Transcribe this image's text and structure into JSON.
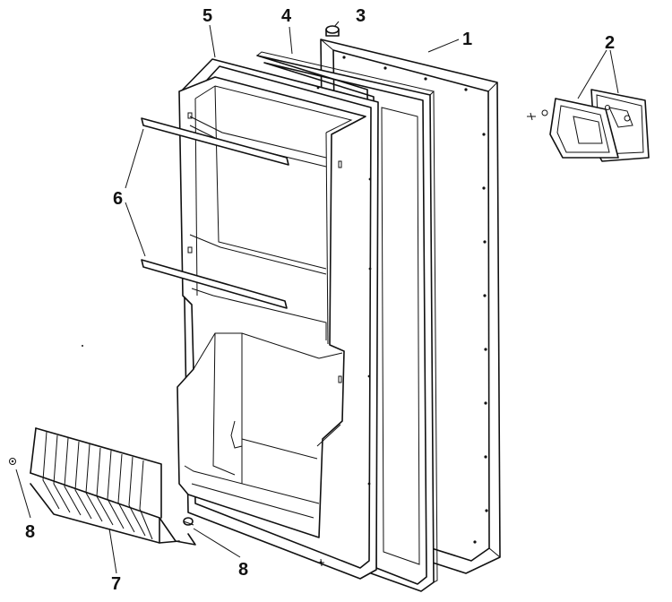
{
  "diagram": {
    "callouts": [
      {
        "id": "c1",
        "label": "1"
      },
      {
        "id": "c2",
        "label": "2"
      },
      {
        "id": "c3",
        "label": "3"
      },
      {
        "id": "c4",
        "label": "4"
      },
      {
        "id": "c5",
        "label": "5"
      },
      {
        "id": "c6",
        "label": "6"
      },
      {
        "id": "c7",
        "label": "7"
      },
      {
        "id": "c8a",
        "label": "8"
      },
      {
        "id": "c8b",
        "label": "8"
      }
    ]
  }
}
